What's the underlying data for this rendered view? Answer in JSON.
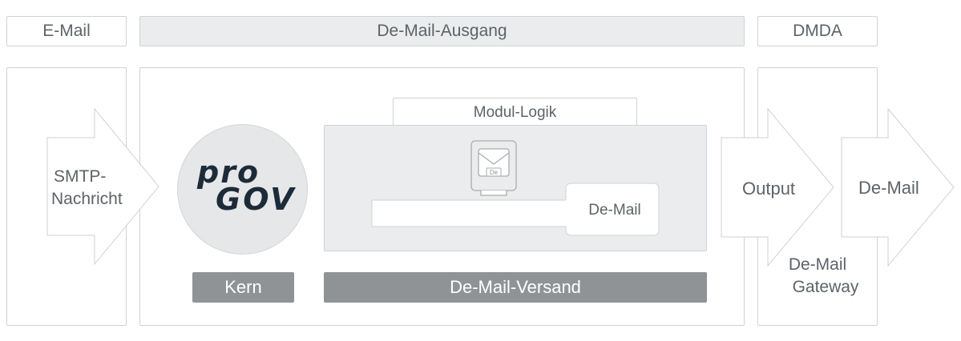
{
  "headers": {
    "email": "E-Mail",
    "ausgang": "De-Mail-Ausgang",
    "dmda": "DMDA"
  },
  "arrows": {
    "smtp_line1": "SMTP-",
    "smtp_line2": "Nachricht",
    "output": "Output",
    "demail": "De-Mail"
  },
  "logo": {
    "line1": "pro",
    "line2": "GOV"
  },
  "modul_logik": "Modul-Logik",
  "envelope_badge": "De",
  "inner_field": "De-Mail",
  "bars": {
    "kern": "Kern",
    "versand": "De-Mail-Versand"
  },
  "gateway": {
    "line1": "De-Mail",
    "line2": "Gateway"
  }
}
